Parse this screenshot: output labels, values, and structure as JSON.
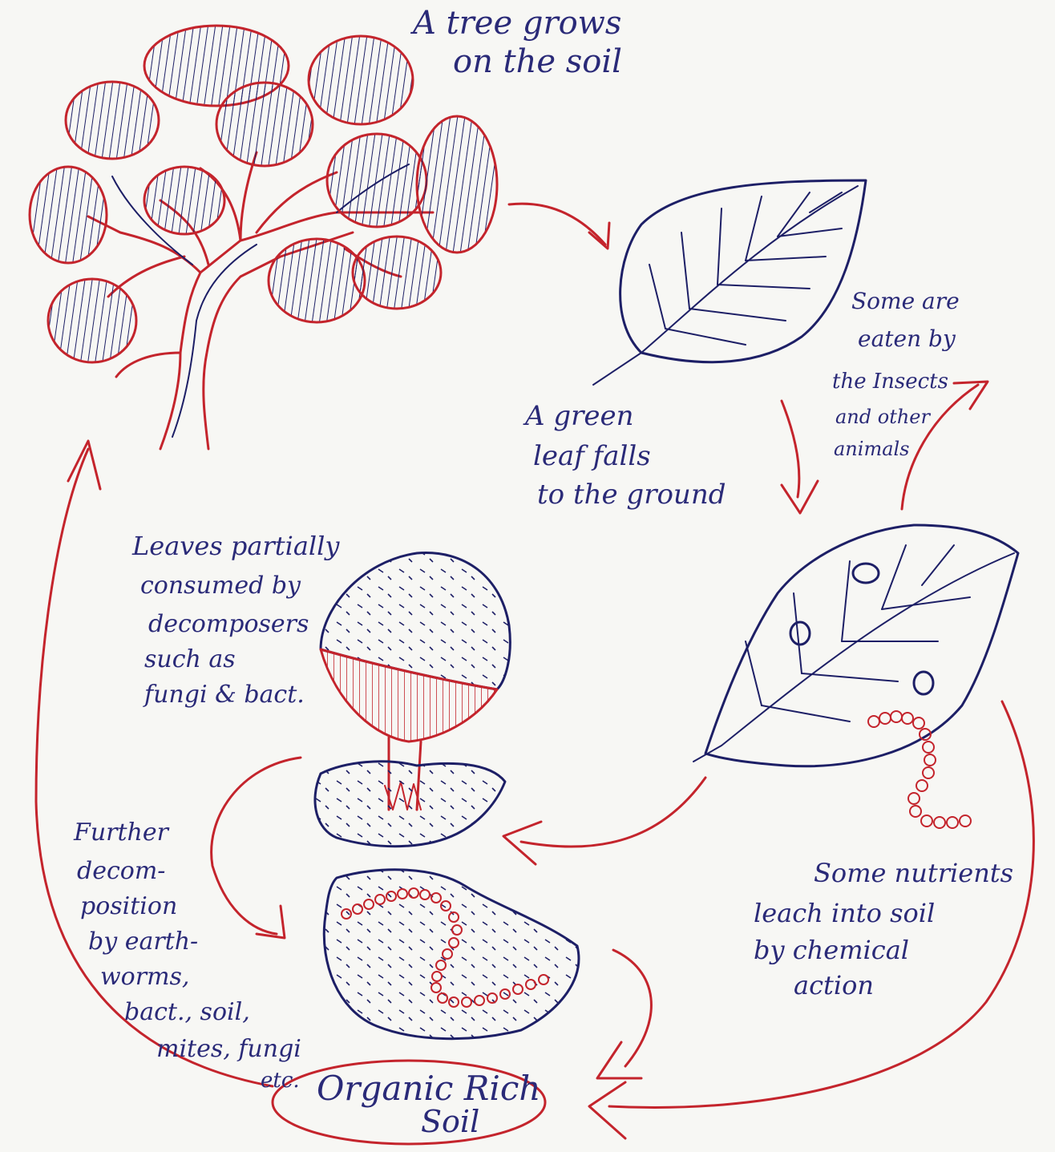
{
  "labels": {
    "tree": [
      "A tree grows",
      "on the soil"
    ],
    "green_leaf": [
      "A green",
      "leaf falls",
      "to the ground"
    ],
    "eaten": [
      "Some are",
      "eaten by",
      "the Insects",
      "and other",
      "animals"
    ],
    "decomposers": [
      "Leaves partially",
      "consumed by",
      "decomposers",
      "such as",
      "fungi & bact."
    ],
    "further": [
      "Further",
      "decom-",
      "position",
      "by earth-",
      "worms,",
      "bact., soil,",
      "mites, fungi",
      "etc."
    ],
    "nutrients": [
      "Some nutrients",
      "leach into soil",
      "by chemical",
      "action"
    ],
    "soil": [
      "Organic Rich",
      "Soil"
    ]
  },
  "colors": {
    "ink_red": "#c4242c",
    "ink_blue": "#1d1f66",
    "paper": "#f7f7f4"
  }
}
